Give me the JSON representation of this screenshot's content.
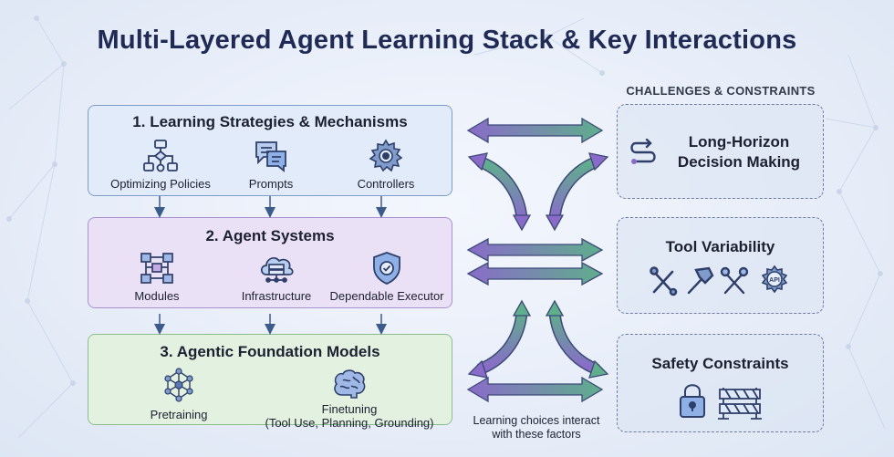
{
  "title": "Multi-Layered Agent Learning Stack & Key Interactions",
  "challenges_heading": "CHALLENGES & CONSTRAINTS",
  "layers": [
    {
      "title": "1. Learning Strategies & Mechanisms",
      "items": [
        {
          "label": "Optimizing Policies",
          "icon": "flowchart-icon"
        },
        {
          "label": "Prompts",
          "icon": "chat-bubbles-icon"
        },
        {
          "label": "Controllers",
          "icon": "gear-icon"
        }
      ]
    },
    {
      "title": "2. Agent Systems",
      "items": [
        {
          "label": "Modules",
          "icon": "module-blocks-icon"
        },
        {
          "label": "Infrastructure",
          "icon": "cloud-server-icon"
        },
        {
          "label": "Dependable Executor",
          "icon": "shield-check-icon"
        }
      ]
    },
    {
      "title": "3. Agentic Foundation Models",
      "items": [
        {
          "label": "Pretraining",
          "icon": "neural-network-icon"
        },
        {
          "label": "Finetuning",
          "sublabel": "(Tool Use, Planning, Grounding)",
          "icon": "brain-icon"
        }
      ]
    }
  ],
  "constraints": [
    {
      "title": "Long-Horizon Decision Making",
      "title_line1": "Long-Horizon",
      "title_line2": "Decision Making",
      "icon": "winding-path-icon"
    },
    {
      "title": "Tool Variability",
      "icons": [
        "wrench-screwdriver-icon",
        "hammer-icon",
        "wrench-icon",
        "api-gear-icon"
      ],
      "api_text": "API"
    },
    {
      "title": "Safety Constraints",
      "icons": [
        "padlock-icon",
        "barrier-icon"
      ]
    }
  ],
  "note": {
    "line1": "Learning choices interact",
    "line2": "with these factors"
  },
  "colors": {
    "title": "#1f2a55",
    "layer1_fill": "#e1ebfa",
    "layer2_fill": "#ebe1f6",
    "layer3_fill": "#e3f1e1",
    "arrow_purple": "#8a6bc9",
    "arrow_green": "#5fae8c",
    "connector_blue": "#3d5a8c"
  }
}
